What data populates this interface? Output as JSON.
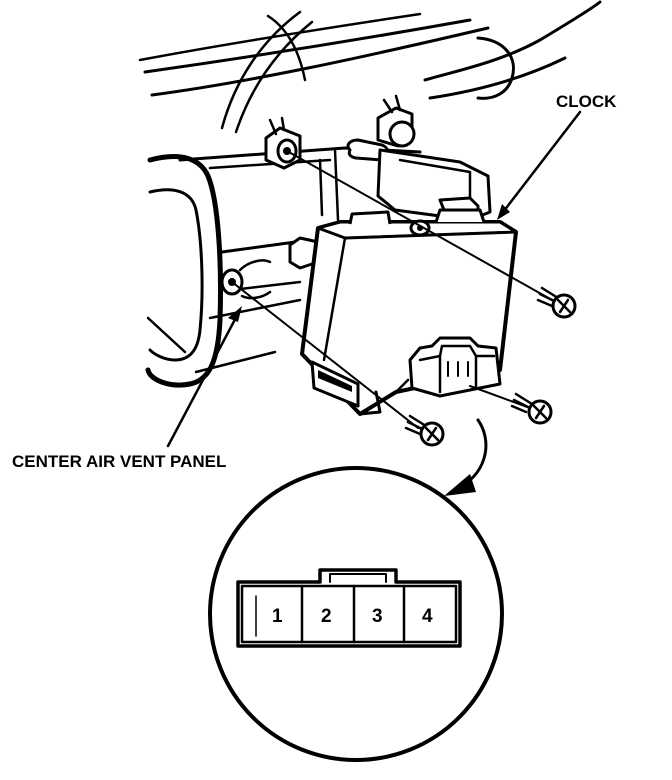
{
  "labels": {
    "clock": "CLOCK",
    "center_air_vent_panel": "CENTER AIR VENT PANEL"
  },
  "connector": {
    "terminals": [
      "1",
      "2",
      "3",
      "4"
    ]
  },
  "colors": {
    "line": "#000000",
    "background": "#ffffff"
  }
}
